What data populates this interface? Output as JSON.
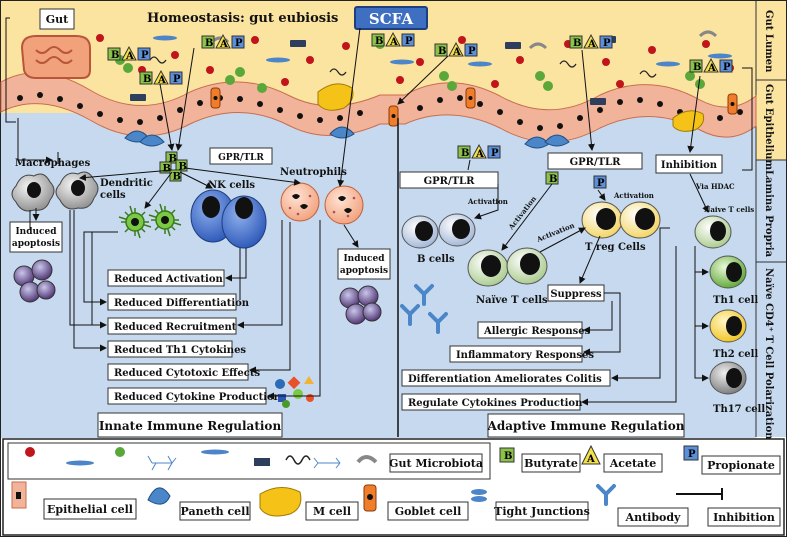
{
  "header": {
    "gut": "Gut",
    "title": "Homeostasis: gut eubiosis",
    "scfa": "SCFA"
  },
  "side_labels": {
    "lumen": "Gut Lumen",
    "epithelium": "Gut Epithelium",
    "lamina": "Lamina Propria",
    "polarization": "Naïve CD4⁺ T Cell Polarization"
  },
  "scfa_letters": {
    "b": "B",
    "a": "A",
    "p": "P"
  },
  "innate": {
    "macrophages": "Macrophages",
    "dendritic": "Dendritic cells",
    "dendritic_line1": "Dendritic",
    "dendritic_line2": "cells",
    "nk": "NK cells",
    "neutrophils": "Neutrophils",
    "gpr_tlr": "GPR/TLR",
    "induced_apoptosis_line1": "Induced",
    "induced_apoptosis_line2": "apoptosis",
    "effects": [
      "Reduced Activation",
      "Reduced Differentiation",
      "Reduced Recruitment",
      "Reduced Th1 Cytokines",
      "Reduced Cytotoxic Effects",
      "Reduced Cytokine Production"
    ],
    "section_title": "Innate Immune Regulation"
  },
  "adaptive": {
    "gpr_tlr_b": "GPR/TLR",
    "gpr_tlr_t": "GPR/TLR",
    "inhibition": "Inhibition",
    "activation": "Activation",
    "via_hdac": "Via HDAC",
    "naive_t_cells_small": "Naive T cells",
    "b_cells": "B cells",
    "naive_t_cells": "Naïve T cells",
    "treg": "T reg Cells",
    "suppress": "Suppress",
    "effects": [
      "Allergic Responses",
      "Inflammatory Responses",
      "Differentiation Ameliorates Colitis",
      "Regulate Cytokines Production"
    ],
    "th1": "Th1 cell",
    "th2": "Th2 cell",
    "th17": "Th17 cell",
    "section_title": "Adaptive Immune Regulation"
  },
  "legend": {
    "gut_microbiota": "Gut Microbiota",
    "butyrate": "Butyrate",
    "acetate": "Acetate",
    "propionate": "Propionate",
    "epithelial_cell": "Epithelial cell",
    "paneth_cell": "Paneth cell",
    "m_cell": "M cell",
    "goblet_cell": "Goblet cell",
    "tight_junctions": "Tight Junctions",
    "antibody": "Antibody",
    "inhibition": "Inhibition"
  },
  "colors": {
    "lumen": "#fbe3a0",
    "lamina": "#c6d9ee",
    "epithelium": "#f2b39b",
    "scfa_box": "#3f6fc1",
    "butyrate": "#8bc34a",
    "acetate": "#f3e04b",
    "propionate": "#5b8fd9",
    "m_cell": "#f5c318",
    "goblet": "#ef7d2a",
    "paneth": "#4a86c8",
    "bacteria_red": "#c0151b",
    "bacteria_green": "#5aa83a"
  }
}
